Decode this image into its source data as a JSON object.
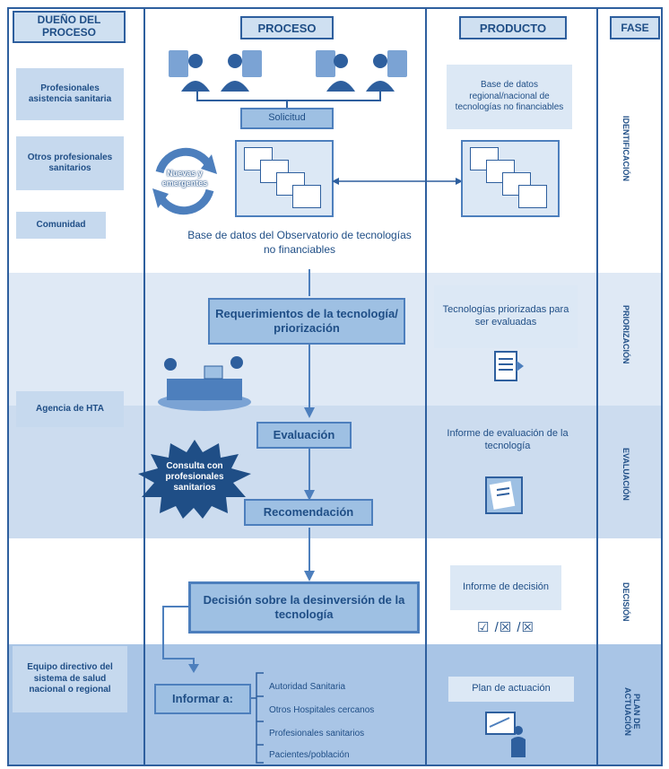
{
  "headers": {
    "owner": "DUEÑO DEL PROCESO",
    "process": "PROCESO",
    "product": "PRODUCTO",
    "phase": "FASE"
  },
  "owners": [
    "Profesionales asistencia sanitaria",
    "Otros profesionales sanitarios",
    "Comunidad",
    "Agencia de HTA",
    "Equipo directivo del sistema de salud nacional o regional"
  ],
  "process": {
    "solicitud": "Solicitud",
    "nuevas": "Nuevas y emergentes",
    "database_caption": "Base de datos del Observatorio de tecnologías no financiables",
    "requerimientos": "Requerimientos de la tecnología/ priorización",
    "evaluacion": "Evaluación",
    "consulta": "Consulta con profesionales sanitarios",
    "recomendacion": "Recomendación",
    "decision": "Decisión sobre la desinversión de la tecnología",
    "informar": "Informar a:",
    "informar_items": [
      "Autoridad Sanitaria",
      "Otros Hospitales cercanos",
      "Profesionales sanitarios",
      "Pacientes/población"
    ]
  },
  "products": {
    "identificacion": "Base de datos regional/nacional de tecnologías no financiables",
    "priorizacion": "Tecnologías priorizadas para ser evaluadas",
    "evaluacion": "Informe de evaluación de la tecnología",
    "decision": "Informe de decisión",
    "decision_icons": "☑ /☒ /☒",
    "actuacion": "Plan de actuación"
  },
  "phases": [
    "IDENTIFICACIÓN",
    "PRIORIZACIÓN",
    "EVALUACIÓN",
    "DECISIÓN",
    "PLAN DE ACTUACIÓN"
  ],
  "colors": {
    "band": "#dfe9f5",
    "band_dark": "#c6d9ee",
    "line": "#2e5f9e",
    "box": "#9ec0e3",
    "text": "#1f4e86"
  }
}
